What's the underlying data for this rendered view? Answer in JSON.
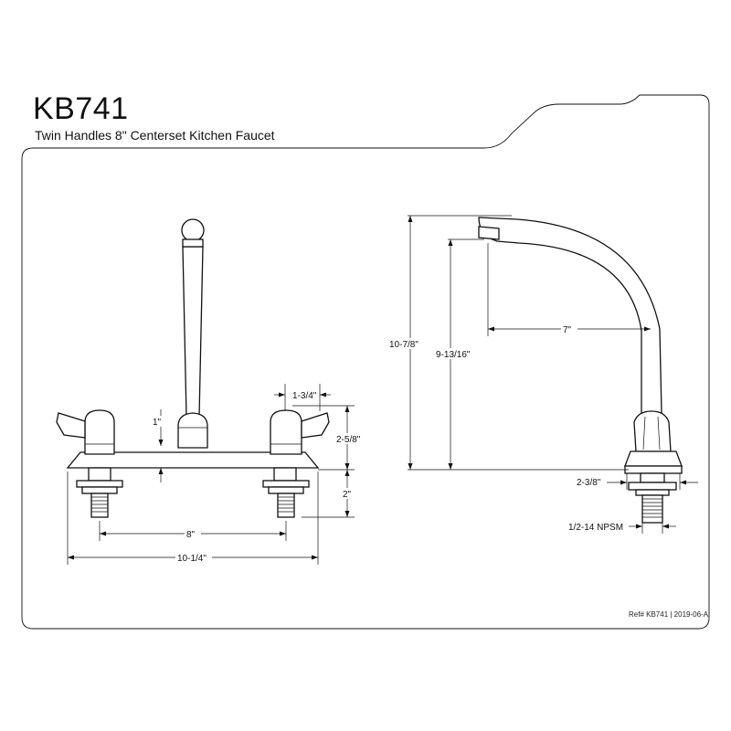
{
  "header": {
    "model": "KB741",
    "description": "Twin Handles 8\" Centerset Kitchen Faucet"
  },
  "front_view": {
    "dim_handle_height": "1\"",
    "dim_handle_width": "1-3/4\"",
    "dim_deck_height": "2-5/8\"",
    "dim_shank_length": "2\"",
    "dim_center_spacing": "8\"",
    "dim_overall_width": "10-1/4\""
  },
  "side_view": {
    "dim_total_height": "10-7/8\"",
    "dim_spout_height": "9-13/16\"",
    "dim_spout_reach": "7\"",
    "dim_base_diameter": "2-3/8\"",
    "dim_thread": "1/2-14 NPSM"
  },
  "footer": {
    "reference": "Ref# KB741 | 2019-06-A"
  }
}
